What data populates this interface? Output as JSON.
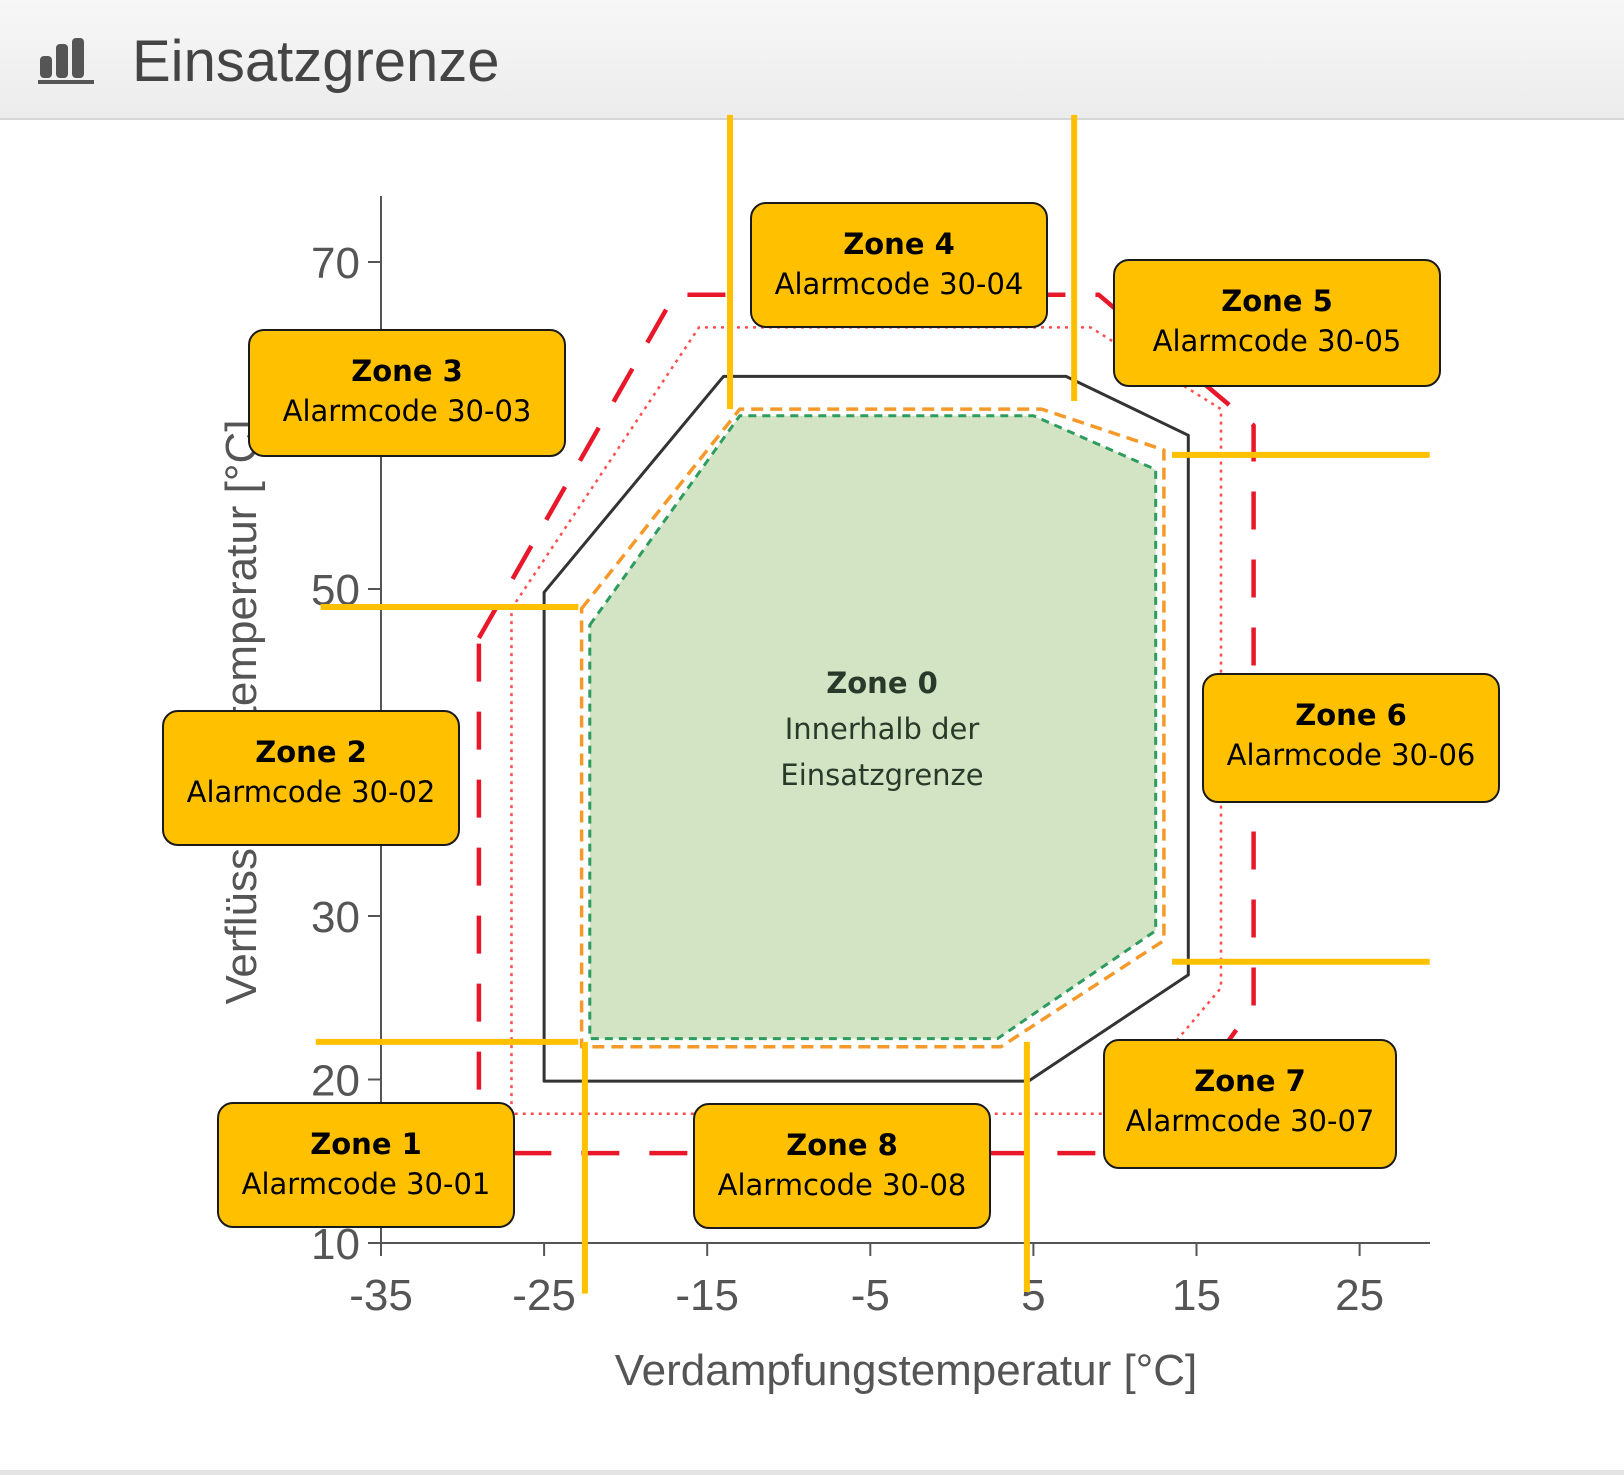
{
  "window": {
    "title": "Einsatzgrenze",
    "icon": "bar-chart-icon"
  },
  "colors": {
    "zone_fill": "#ffc000",
    "envelope_fill": "#d3e4c5",
    "envelope_line": "#2e9b5f",
    "warning_line": "#f59a2a",
    "limit_line": "#333333",
    "red_dotted": "#ff4d4d",
    "red_dashed": "#e8182a",
    "divider": "#ffc000"
  },
  "chart_data": {
    "type": "area",
    "xlabel": "Verdampfungstemperatur [°C]",
    "ylabel": "Verflüssigungstemperatur [°C]",
    "xlim": [
      -35,
      29
    ],
    "ylim": [
      10,
      76
    ],
    "x_ticks": [
      -35,
      -25,
      -15,
      -5,
      5,
      15,
      25
    ],
    "y_ticks": [
      10,
      20,
      30,
      50,
      70
    ],
    "x_tick_labels": [
      "-35",
      "-25",
      "-15",
      "-5",
      "5",
      "15",
      "25"
    ],
    "y_tick_labels": [
      "10",
      "20",
      "30",
      "50",
      "70"
    ],
    "grid": false,
    "series": [
      {
        "style": "red-dashed",
        "points": [
          [
            -29,
            47
          ],
          [
            -17,
            68
          ],
          [
            9,
            68
          ],
          [
            18.5,
            60
          ],
          [
            18.5,
            24.5
          ],
          [
            12,
            15.5
          ],
          [
            -29,
            15.5
          ]
        ]
      },
      {
        "style": "red-dotted",
        "points": [
          [
            -27,
            48.8
          ],
          [
            -15.5,
            66
          ],
          [
            8.5,
            66
          ],
          [
            16.5,
            61
          ],
          [
            16.5,
            25.6
          ],
          [
            10,
            17.9
          ],
          [
            -27,
            17.9
          ]
        ]
      },
      {
        "style": "black-solid",
        "points": [
          [
            -25,
            49.8
          ],
          [
            -14,
            63
          ],
          [
            7,
            63
          ],
          [
            14.5,
            59.4
          ],
          [
            14.5,
            26.4
          ],
          [
            4.7,
            19.9
          ],
          [
            -25,
            19.9
          ]
        ]
      },
      {
        "style": "orange-dashed",
        "points": [
          [
            -22.7,
            48.8
          ],
          [
            -13,
            61
          ],
          [
            5.5,
            61
          ],
          [
            13,
            58.5
          ],
          [
            13,
            28.5
          ],
          [
            3,
            22
          ],
          [
            -22.7,
            22
          ]
        ]
      },
      {
        "style": "green-dashed-filled",
        "points": [
          [
            -22.2,
            47.8
          ],
          [
            -13,
            60.6
          ],
          [
            5,
            60.6
          ],
          [
            12.5,
            57.3
          ],
          [
            12.5,
            29.1
          ],
          [
            2.8,
            22.5
          ],
          [
            -22.2,
            22.5
          ]
        ]
      }
    ],
    "dividers": [
      {
        "from": [
          -13.6,
          79
        ],
        "to": [
          -13.6,
          61
        ]
      },
      {
        "from": [
          7.5,
          79
        ],
        "to": [
          7.5,
          61.5
        ]
      },
      {
        "from": [
          13.5,
          58.2
        ],
        "to": [
          29.3,
          58.2
        ]
      },
      {
        "from": [
          13.5,
          27.2
        ],
        "to": [
          29.3,
          27.2
        ]
      },
      {
        "from": [
          -38.7,
          48.9
        ],
        "to": [
          -22.9,
          48.9
        ]
      },
      {
        "from": [
          -39,
          22.3
        ],
        "to": [
          -22.9,
          22.3
        ]
      },
      {
        "from": [
          -22.5,
          22.3
        ],
        "to": [
          -22.5,
          6.9
        ]
      },
      {
        "from": [
          4.6,
          22.3
        ],
        "to": [
          4.6,
          7
        ]
      }
    ]
  },
  "zones": [
    {
      "name": "Zone 1",
      "code": "Alarmcode 30-01"
    },
    {
      "name": "Zone 2",
      "code": "Alarmcode 30-02"
    },
    {
      "name": "Zone 3",
      "code": "Alarmcode 30-03"
    },
    {
      "name": "Zone 4",
      "code": "Alarmcode 30-04"
    },
    {
      "name": "Zone 5",
      "code": "Alarmcode 30-05"
    },
    {
      "name": "Zone 6",
      "code": "Alarmcode 30-06"
    },
    {
      "name": "Zone 7",
      "code": "Alarmcode 30-07"
    },
    {
      "name": "Zone 8",
      "code": "Alarmcode 30-08"
    }
  ],
  "zone0": {
    "name": "Zone 0",
    "line1": "Innerhalb der",
    "line2": "Einsatzgrenze"
  }
}
